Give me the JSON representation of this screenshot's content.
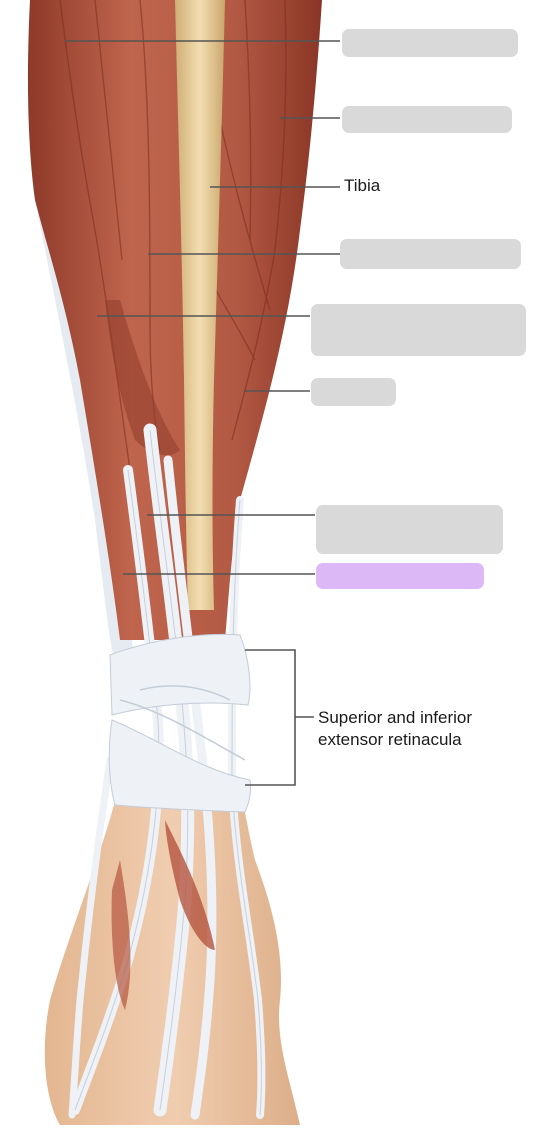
{
  "labels": {
    "tibia": "Tibia",
    "retinacula_line1": "Superior and inferior",
    "retinacula_line2": "extensor retinacula"
  },
  "colors": {
    "blank_box": "#d9d9d9",
    "highlighted_box": "#dcb8f7",
    "leader_line": "#555555",
    "muscle": "#b5553f",
    "bone": "#e8cf9c",
    "tendon": "#e9edf3",
    "skin": "#ebc3a3"
  },
  "answer_boxes": [
    {
      "id": "box-1",
      "state": "blank"
    },
    {
      "id": "box-2",
      "state": "blank"
    },
    {
      "id": "box-3",
      "state": "blank"
    },
    {
      "id": "box-4",
      "state": "blank"
    },
    {
      "id": "box-5",
      "state": "blank"
    },
    {
      "id": "box-6",
      "state": "blank"
    },
    {
      "id": "box-7",
      "state": "highlighted"
    }
  ]
}
